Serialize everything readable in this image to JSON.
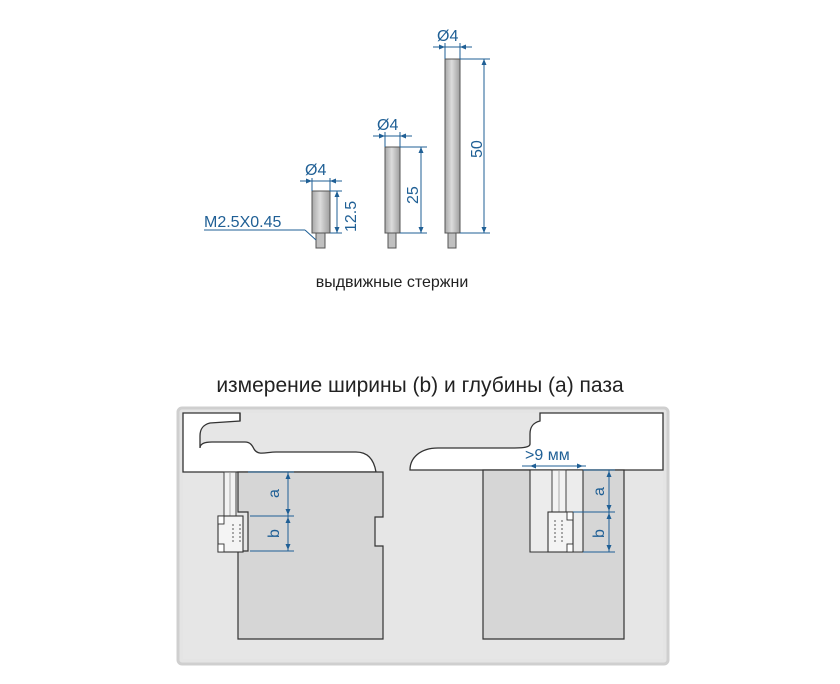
{
  "pins": {
    "caption": "выдвижные стержни",
    "thread_label": "M2.5X0.45",
    "pin1": {
      "diameter": "Ø4",
      "length": "12.5"
    },
    "pin2": {
      "diameter": "Ø4",
      "length": "25"
    },
    "pin3": {
      "diameter": "Ø4",
      "length": "50"
    }
  },
  "groove": {
    "title": "измерение ширины (b) и глубины (a) паза",
    "left": {
      "depth_label": "a",
      "width_label": "b"
    },
    "right": {
      "depth_label": "a",
      "width_label": "b",
      "min_width": ">9 мм"
    }
  },
  "colors": {
    "dimension": "#1f5f95",
    "frame_fill": "#e4e4e4",
    "frame_border": "#cfcfcf",
    "part_fill": "#d6d6d6",
    "rod_fill": "#c8c8c8"
  }
}
